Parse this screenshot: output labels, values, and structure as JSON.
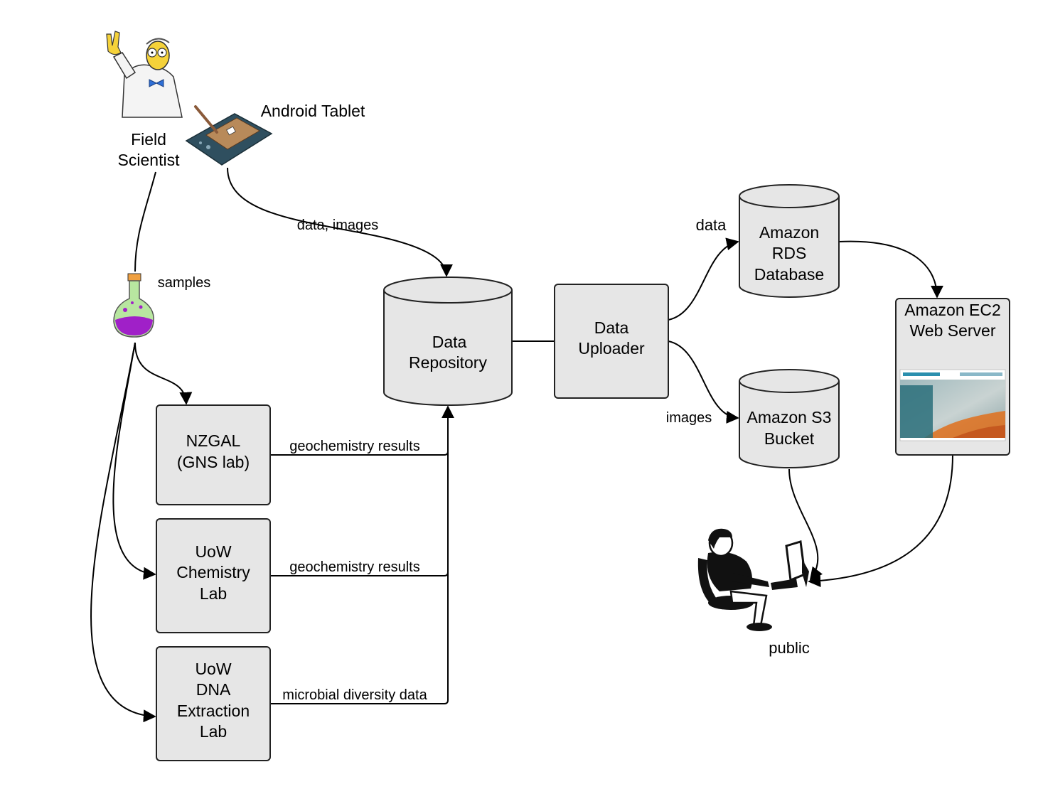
{
  "actors": {
    "field_scientist": [
      "Field",
      "Scientist"
    ],
    "android_tablet": "Android Tablet",
    "samples": "samples",
    "public": "public"
  },
  "labs": {
    "nzgal": [
      "NZGAL",
      "(GNS lab)"
    ],
    "uow_chem": [
      "UoW",
      "Chemistry",
      "Lab"
    ],
    "uow_dna": [
      "UoW",
      "DNA",
      "Extraction",
      "Lab"
    ]
  },
  "stores": {
    "data_repository": [
      "Data",
      "Repository"
    ],
    "data_uploader": [
      "Data",
      "Uploader"
    ],
    "amazon_rds": [
      "Amazon",
      "RDS",
      "Database"
    ],
    "amazon_s3": [
      "Amazon S3",
      "Bucket"
    ],
    "amazon_ec2": [
      "Amazon EC2",
      "Web Server"
    ]
  },
  "edges": {
    "tablet_to_repo": "data, images",
    "nzgal_to_repo": "geochemistry results",
    "chem_to_repo": "geochemistry results",
    "dna_to_repo": "microbial diversity data",
    "uploader_to_rds": "data",
    "uploader_to_s3": "images"
  },
  "colors": {
    "node_fill": "#e6e6e6",
    "stroke": "#222222",
    "flask_liquid": "#a020c8",
    "flask_glass": "#b8e6a0",
    "tablet_body": "#2f4f5f",
    "scientist_skin": "#f5d23a"
  },
  "icons": [
    "scientist-icon",
    "tablet-icon",
    "flask-icon",
    "computer-user-icon",
    "web-page-thumbnail"
  ]
}
